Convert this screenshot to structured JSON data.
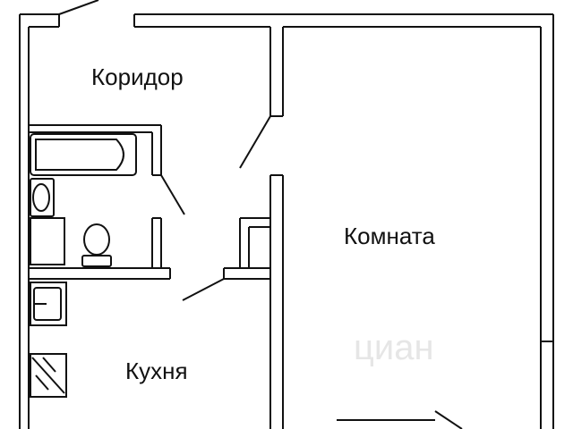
{
  "rooms": {
    "corridor": "Коридор",
    "room": "Комната",
    "kitchen": "Кухня"
  },
  "watermark": {
    "text": "циан"
  },
  "colors": {
    "wall": "#111111",
    "background": "#ffffff",
    "watermark": "#e6e6e6"
  },
  "icons": {
    "bathtub": "bathtub-icon",
    "sink": "washbasin-icon",
    "toilet": "toilet-icon",
    "kitchen_sink": "kitchen-sink-icon",
    "stove": "stove-icon"
  }
}
